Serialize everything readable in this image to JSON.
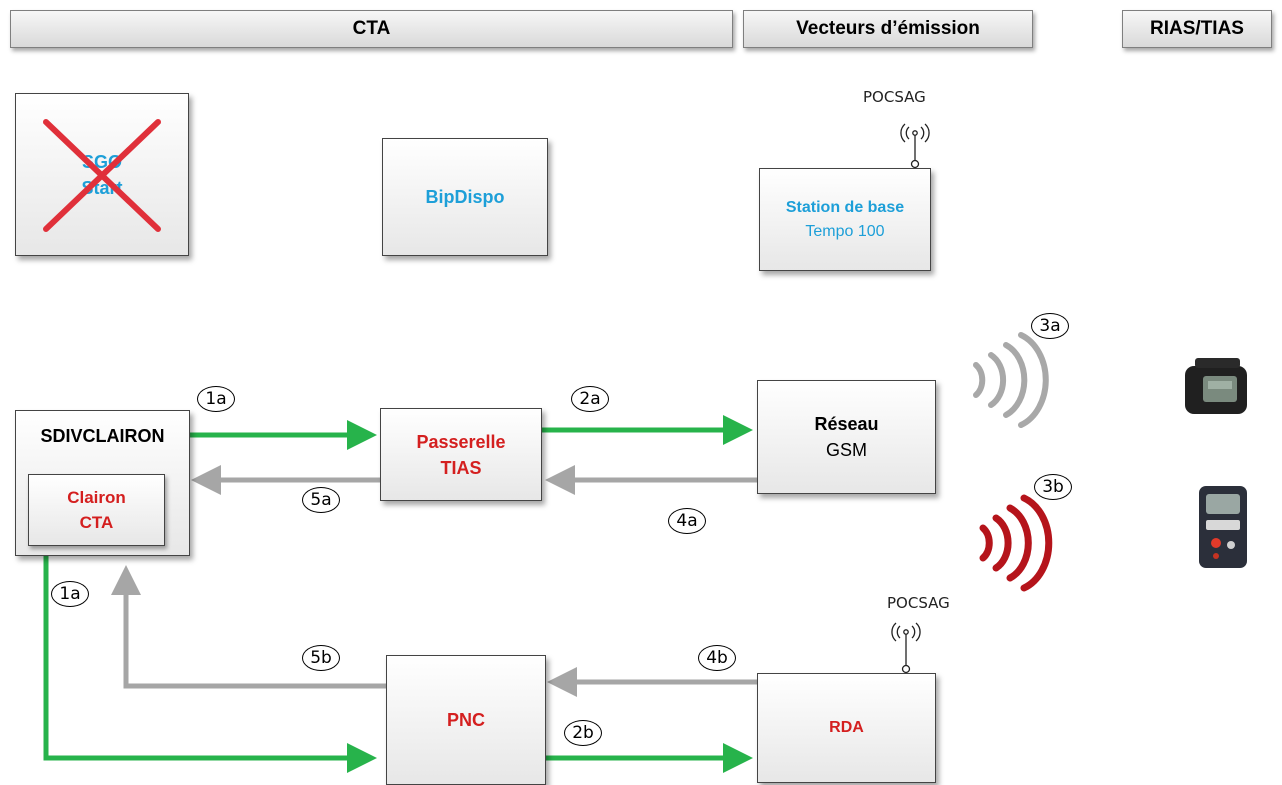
{
  "headers": {
    "cta": "CTA",
    "vecteurs": "Vecteurs d’émission",
    "rias": "RIAS/TIAS"
  },
  "boxes": {
    "sgo": {
      "line1": "SGO",
      "line2": "Start"
    },
    "bipdispo": "BipDispo",
    "station": {
      "line1": "Station de base",
      "line2": "Tempo 100"
    },
    "sdiv": "SDIVCLAIRON",
    "clairon": {
      "line1": "Clairon",
      "line2": "CTA"
    },
    "passerelle": {
      "line1": "Passerelle",
      "line2": "TIAS"
    },
    "reseau": {
      "line1": "Réseau",
      "line2": "GSM"
    },
    "pnc": "PNC",
    "rda": "RDA"
  },
  "labels": {
    "pocsag_top": "POCSAG",
    "pocsag_bottom": "POCSAG"
  },
  "badges": {
    "b1a_top": "1a",
    "b2a": "2a",
    "b3a": "3a",
    "b3b": "3b",
    "b5a": "5a",
    "b4a": "4a",
    "b1a_left": "1a",
    "b5b": "5b",
    "b4b": "4b",
    "b2b": "2b"
  },
  "colors": {
    "green_arrow": "#27b34b",
    "gray_arrow": "#a6a6a6",
    "red_text": "#d41f1f",
    "blue_text": "#1d9fd8",
    "cross": "#e0303a",
    "wave_gray": "#a8a8a8",
    "wave_red": "#b5141b"
  },
  "icons": [
    "antenna-icon",
    "signal-waves-icon",
    "pager-device-icon",
    "cross-icon"
  ]
}
